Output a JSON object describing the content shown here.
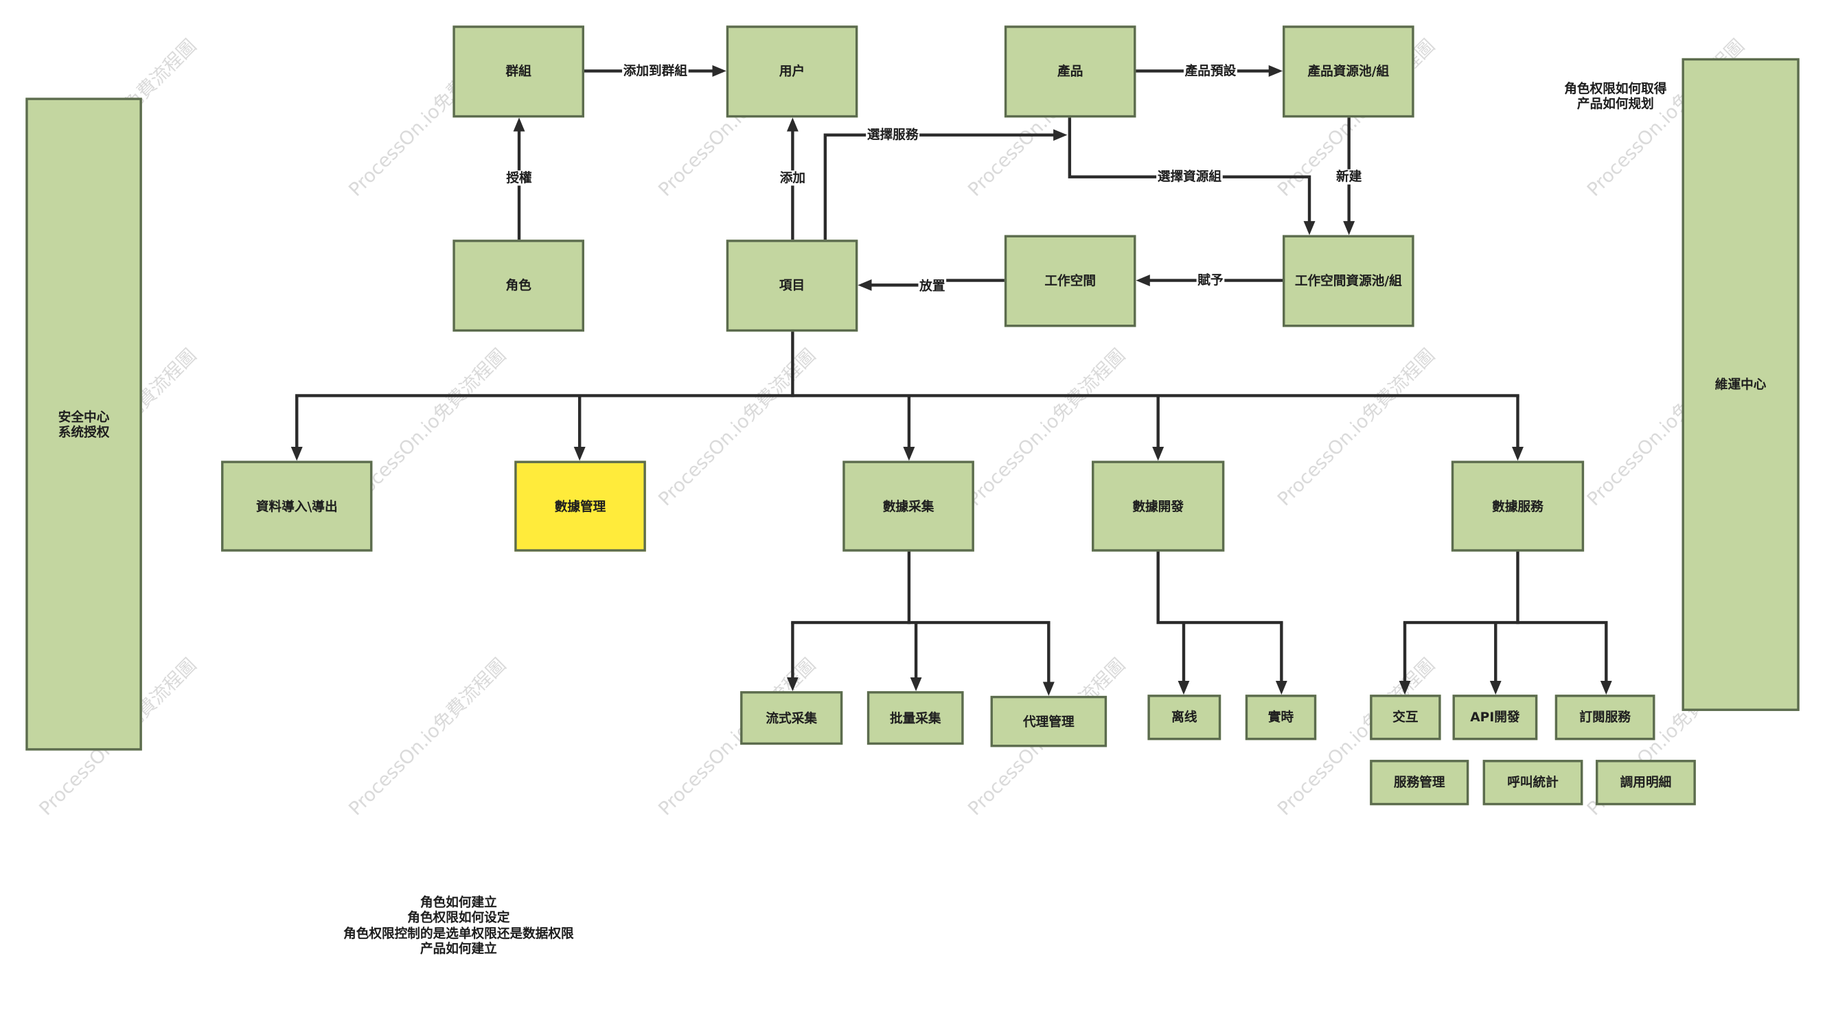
{
  "watermark": {
    "text": "ProcessOn.io免費流程圖"
  },
  "colors": {
    "node_fill": "#c3d6a0",
    "node_border": "#5c6c4e",
    "highlight_fill": "#ffeb3b",
    "connector": "#2b2b2b",
    "watermark": "#dadada"
  },
  "nodes": {
    "security_center": [
      "安全中心",
      "系统授权"
    ],
    "ops_center": "維運中心",
    "group": "群組",
    "user": "用户",
    "product": "產品",
    "product_resource_pool": "產品資源池/組",
    "role": "角色",
    "project": "項目",
    "workspace": "工作空間",
    "workspace_resource_pool": "工作空間資源池/組",
    "data_import_export": "資料導入\\導出",
    "data_management": "數據管理",
    "data_collection": "數據采集",
    "data_development": "數據開發",
    "data_service": "數據服務",
    "stream_collection": "流式采集",
    "batch_collection": "批量采集",
    "proxy_management": "代理管理",
    "offline": "离线",
    "realtime": "實時",
    "interaction": "交互",
    "api_development": "API開發",
    "subscription_service": "訂閱服務",
    "service_management": "服務管理",
    "call_statistics": "呼叫統計",
    "call_details": "調用明細"
  },
  "edge_labels": {
    "add_to_group": "添加到群組",
    "authorize": "授權",
    "add": "添加",
    "select_service": "選擇服務",
    "product_preset": "產品預設",
    "select_resource_group": "選擇資源組",
    "create_new": "新建",
    "assign": "賦予",
    "place": "放置"
  },
  "notes": {
    "top_right": [
      "角色权限如何取得",
      "产品如何规划"
    ],
    "bottom_left": [
      "角色如何建立",
      "角色权限如何设定",
      "角色权限控制的是选单权限还是数据权限",
      "产品如何建立"
    ]
  }
}
